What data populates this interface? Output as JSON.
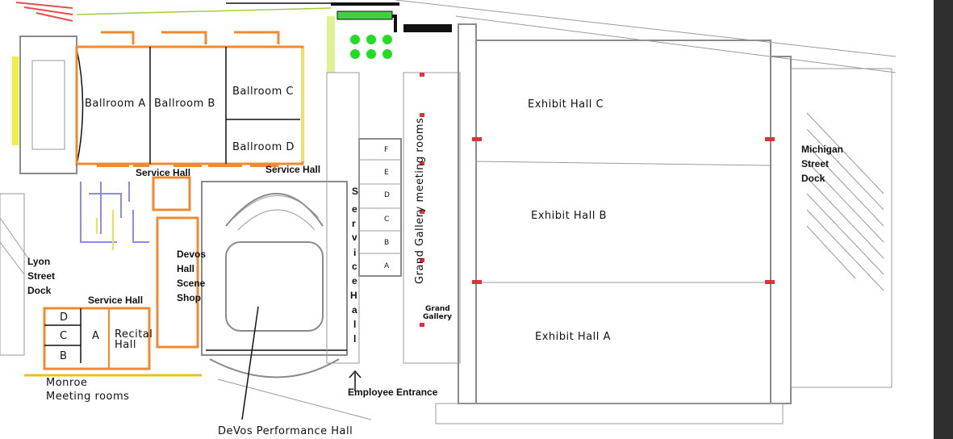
{
  "map": {
    "title": "Convention center floor plan",
    "labels": {
      "ballroom_a": "Ballroom  A",
      "ballroom_b": "Ballroom  B",
      "ballroom_c": "Ballroom  C",
      "ballroom_d": "Ballroom  D",
      "service_hall_1": "Service Hall",
      "service_hall_2": "Service Hall",
      "service_hall_3": "Service Hall",
      "service_hall_vertical": [
        "S",
        "e",
        "r",
        "v",
        "i",
        "c",
        "e",
        "H",
        "a",
        "l",
        "l"
      ],
      "grand_gallery_meeting_rooms": "Grand Gallery meeting rooms",
      "grand_gallery": [
        "Grand",
        "Gallery"
      ],
      "exhibit_hall_c": "Exhibit Hall C",
      "exhibit_hall_b": "Exhibit Hall B",
      "exhibit_hall_a": "Exhibit Hall A",
      "michigan_street_dock": [
        "Michigan",
        "Street",
        "Dock"
      ],
      "lyon_street_dock": [
        "Lyon",
        "Street",
        "Dock"
      ],
      "devos_hall_scene_shop": [
        "Devos",
        "Hall",
        "Scene",
        "Shop"
      ],
      "recital_hall": [
        "Recital",
        "Hall"
      ],
      "monroe_meeting_rooms": [
        "Monroe",
        "Meeting  rooms"
      ],
      "devos_performance_hall": "DeVos  Performance  Hall",
      "employee_entrance": "Employee Entrance",
      "gallery_rooms": [
        "F",
        "E",
        "D",
        "C",
        "B",
        "A"
      ],
      "monroe_rooms": [
        "D",
        "C",
        "B",
        "A"
      ]
    }
  }
}
